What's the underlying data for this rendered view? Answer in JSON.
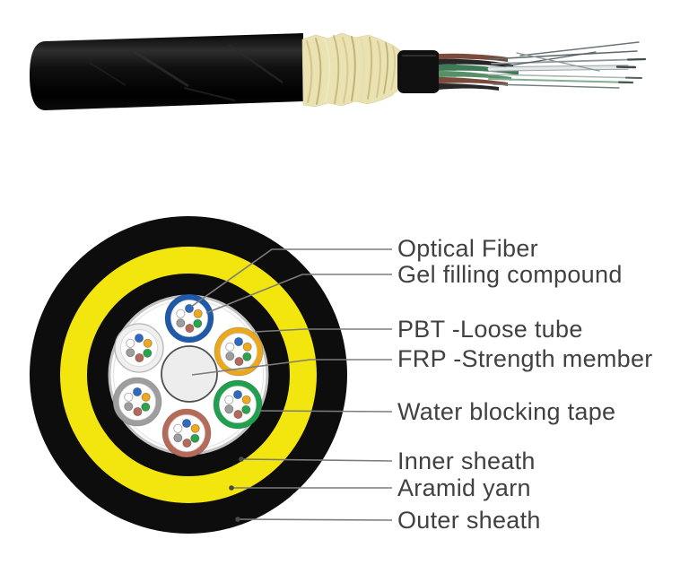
{
  "labels": [
    {
      "text": "Optical Fiber",
      "target": "optical-fiber"
    },
    {
      "text": "Gel filling compound",
      "target": "gel-filling-compound"
    },
    {
      "text": "PBT -Loose tube",
      "target": "pbt-loose-tube"
    },
    {
      "text": "FRP -Strength member",
      "target": "frp-strength-member"
    },
    {
      "text": "Water blocking tape",
      "target": "water-blocking-tape"
    },
    {
      "text": "Inner sheath",
      "target": "inner-sheath"
    },
    {
      "text": "Aramid yarn",
      "target": "aramid-yarn"
    },
    {
      "text": "Outer sheath",
      "target": "outer-sheath"
    }
  ],
  "photo": {
    "parts": [
      "outer-jacket",
      "aramid-yarn-brush",
      "inner-sheath-collar",
      "loose-tube-bundle",
      "bare-optical-fibers"
    ]
  },
  "cross_section": {
    "layers": [
      "outer-sheath",
      "aramid-yarn",
      "inner-sheath",
      "water-blocking-tape",
      "frp-strength-member"
    ],
    "tubes": [
      {
        "name": "loose-tube-blue",
        "ring": "#1e5aa8"
      },
      {
        "name": "loose-tube-orange",
        "ring": "#e9a81e"
      },
      {
        "name": "loose-tube-green",
        "ring": "#1fa04e"
      },
      {
        "name": "loose-tube-red",
        "ring": "#b46b59"
      },
      {
        "name": "loose-tube-gray",
        "ring": "#9e9e9e"
      },
      {
        "name": "loose-tube-white",
        "ring": "#efefef"
      }
    ],
    "fiber_colors": [
      {
        "name": "blue",
        "color": "#2e6bbf"
      },
      {
        "name": "yellow",
        "color": "#f0a81c"
      },
      {
        "name": "white",
        "color": "#ffffff"
      },
      {
        "name": "gray",
        "color": "#9d9d9d"
      },
      {
        "name": "green",
        "color": "#2aa34c"
      },
      {
        "name": "red",
        "color": "#b26b5a"
      }
    ]
  },
  "colors": {
    "sheath_black": "#0d0d0d",
    "aramid_yellow": "#f3e60e",
    "water_tape_gray": "#c4c4c4",
    "frp_fill": "#ededed",
    "frp_stroke": "#4f4f4f",
    "tube_inner_white": "#fdfdfd",
    "leader_line": "#7d7d7d",
    "leader_dot": "#4a4a4a",
    "label_text": "#414141",
    "aramid_brush": "#eae2b2",
    "jacket_black": "#0a0a0a"
  }
}
